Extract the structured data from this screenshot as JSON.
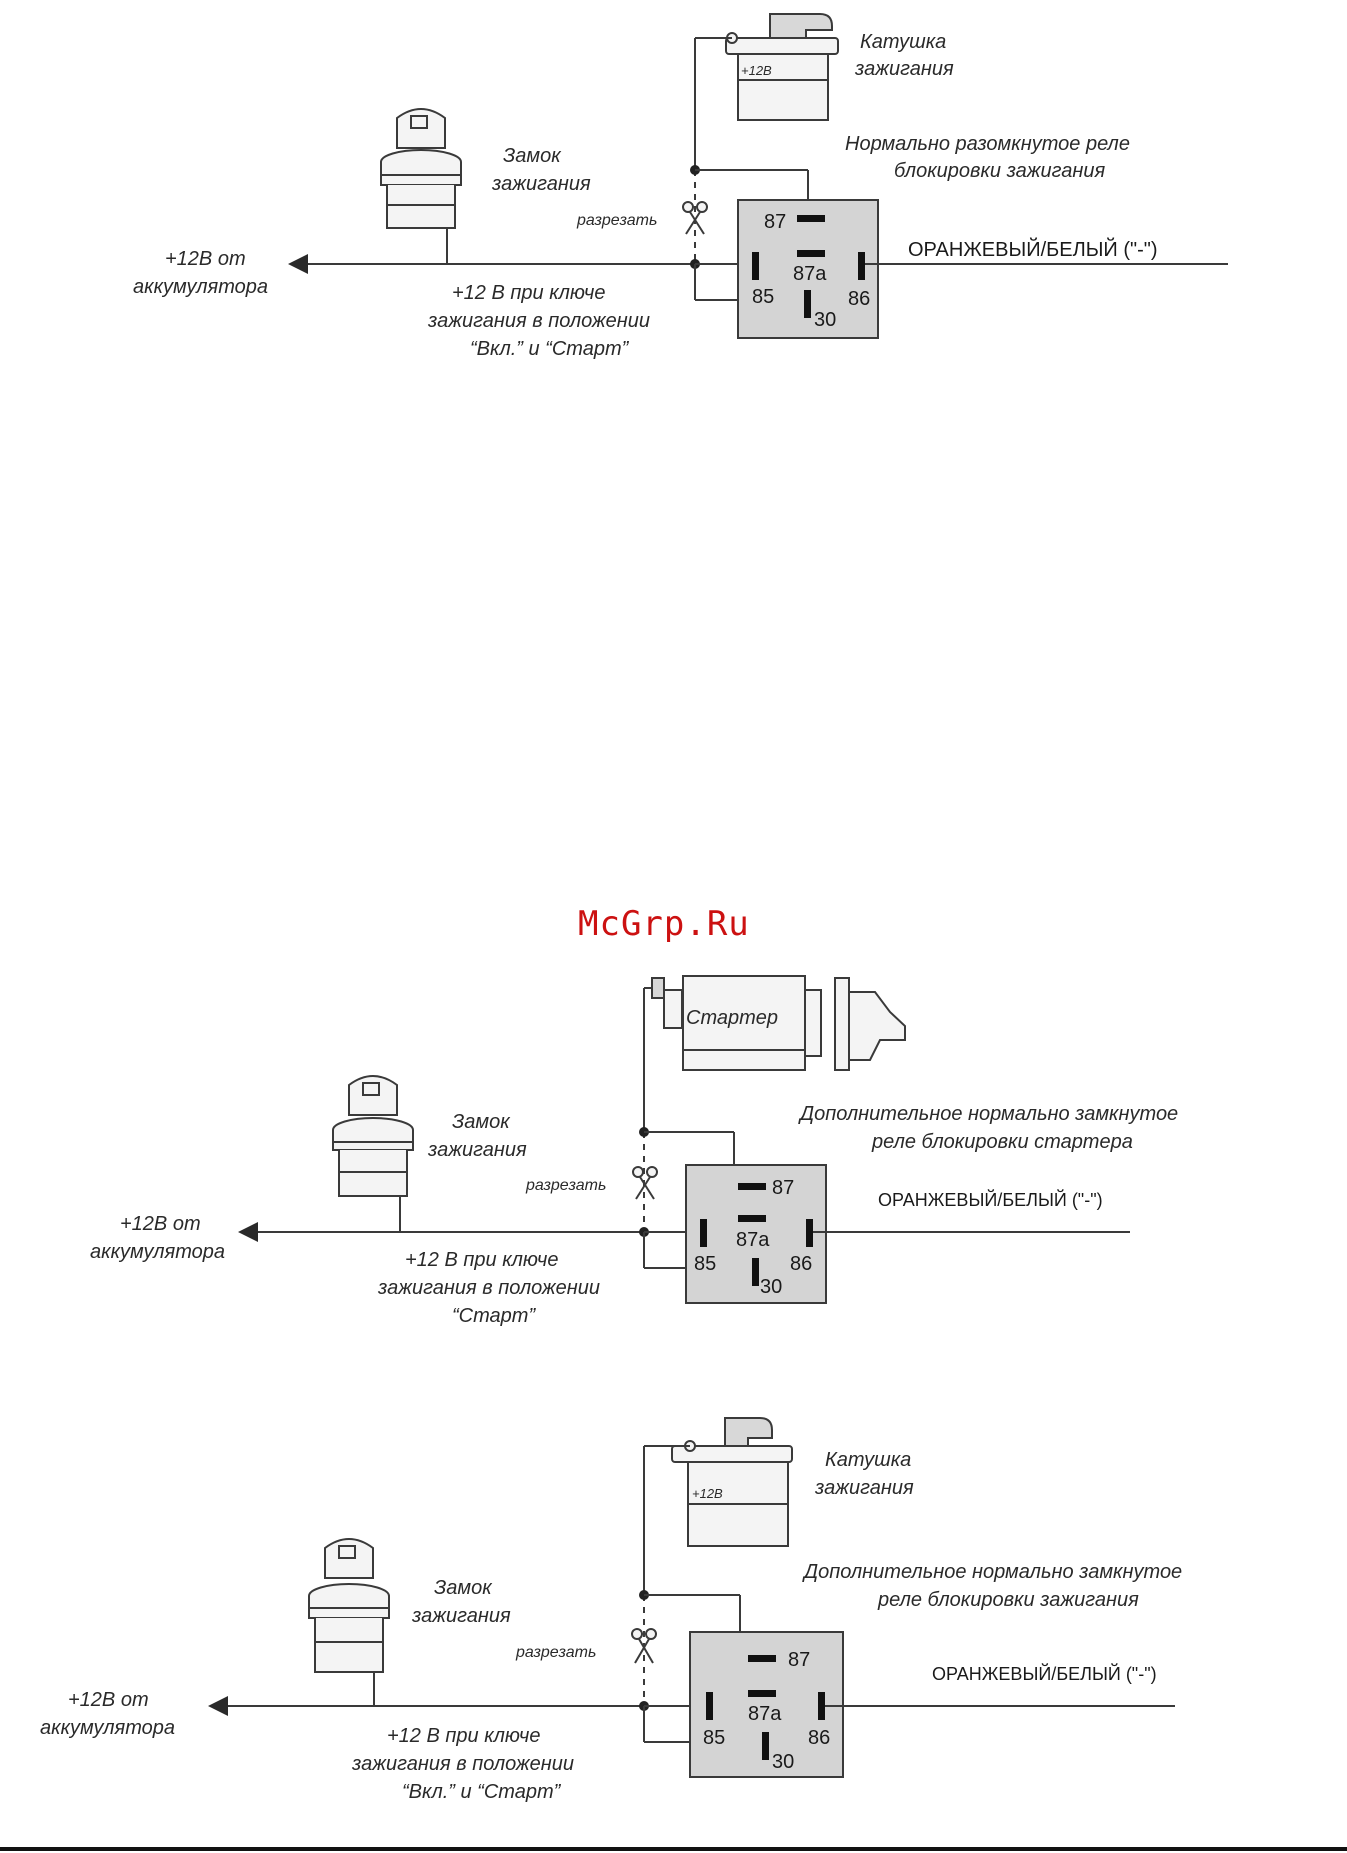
{
  "watermark": "McGrp.Ru",
  "diagram1": {
    "coil_label_1": "Катушка",
    "coil_label_2": "зажигания",
    "coil_terminal": "+12В",
    "relay_title_1": "Нормально разомкнутое реле",
    "relay_title_2": "блокировки зажигания",
    "lock_label_1": "Замок",
    "lock_label_2": "зажигания",
    "cut_label": "разрезать",
    "battery_label_1": "+12В от",
    "battery_label_2": "аккумулятора",
    "key_note_1": "+12 В при ключе",
    "key_note_2": "зажигания в положении",
    "key_note_3": "“Вкл.” и “Старт”",
    "wire_label": "ОРАНЖЕВЫЙ/БЕЛЫЙ (\"-\")",
    "pins": {
      "p87": "87",
      "p87a": "87a",
      "p85": "85",
      "p86": "86",
      "p30": "30"
    }
  },
  "diagram2": {
    "starter_label": "Стартер",
    "relay_title_1": "Дополнительное нормально замкнутое",
    "relay_title_2": "реле блокировки стартера",
    "lock_label_1": "Замок",
    "lock_label_2": "зажигания",
    "cut_label": "разрезать",
    "battery_label_1": "+12В от",
    "battery_label_2": "аккумулятора",
    "key_note_1": "+12 В при ключе",
    "key_note_2": "зажигания в положении",
    "key_note_3": "“Старт”",
    "wire_label": "ОРАНЖЕВЫЙ/БЕЛЫЙ (\"-\")",
    "pins": {
      "p87": "87",
      "p87a": "87a",
      "p85": "85",
      "p86": "86",
      "p30": "30"
    }
  },
  "diagram3": {
    "coil_label_1": "Катушка",
    "coil_label_2": "зажигания",
    "coil_terminal": "+12В",
    "relay_title_1": "Дополнительное нормально замкнутое",
    "relay_title_2": "реле блокировки зажигания",
    "lock_label_1": "Замок",
    "lock_label_2": "зажигания",
    "cut_label": "разрезать",
    "battery_label_1": "+12В от",
    "battery_label_2": "аккумулятора",
    "key_note_1": "+12 В при ключе",
    "key_note_2": "зажигания в положении",
    "key_note_3": "“Вкл.” и “Старт”",
    "wire_label": "ОРАНЖЕВЫЙ/БЕЛЫЙ (\"-\")",
    "pins": {
      "p87": "87",
      "p87a": "87a",
      "p85": "85",
      "p86": "86",
      "p30": "30"
    }
  }
}
